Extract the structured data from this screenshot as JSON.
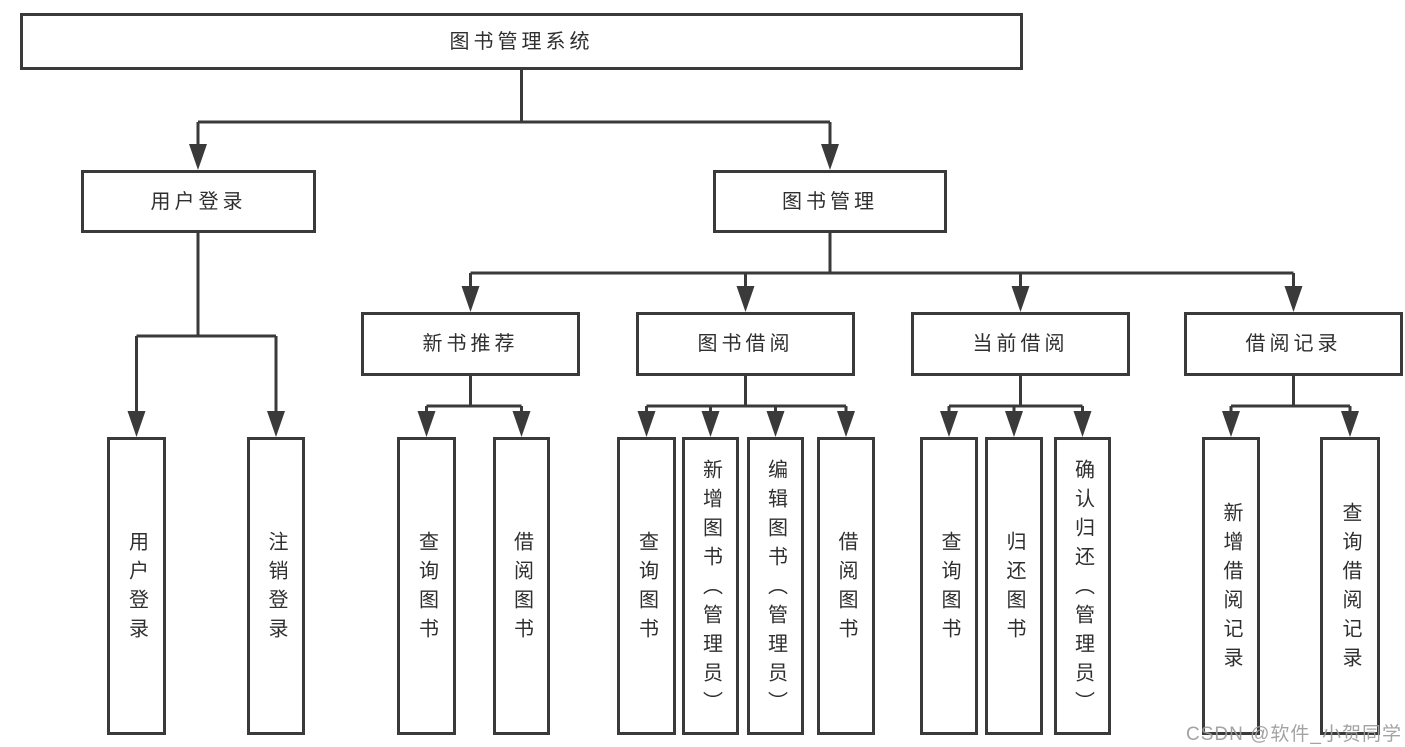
{
  "diagram": {
    "type": "tree",
    "root": {
      "label": "图书管理系统",
      "children": [
        {
          "label": "用户登录",
          "children": [
            {
              "label": "用户登录"
            },
            {
              "label": "注销登录"
            }
          ]
        },
        {
          "label": "图书管理",
          "children": [
            {
              "label": "新书推荐",
              "children": [
                {
                  "label": "查询图书"
                },
                {
                  "label": "借阅图书"
                }
              ]
            },
            {
              "label": "图书借阅",
              "children": [
                {
                  "label": "查询图书"
                },
                {
                  "label": "新增图书（管理员）"
                },
                {
                  "label": "编辑图书（管理员）"
                },
                {
                  "label": "借阅图书"
                }
              ]
            },
            {
              "label": "当前借阅",
              "children": [
                {
                  "label": "查询图书"
                },
                {
                  "label": "归还图书"
                },
                {
                  "label": "确认归还（管理员）"
                }
              ]
            },
            {
              "label": "借阅记录",
              "children": [
                {
                  "label": "新增借阅记录"
                },
                {
                  "label": "查询借阅记录"
                }
              ]
            }
          ]
        }
      ]
    }
  },
  "watermark": {
    "text": "CSDN @软件_小贺同学"
  },
  "colors": {
    "line": "#3a3a3a",
    "box_border": "#3a3a3a",
    "text": "#2f2f2f",
    "background": "#ffffff",
    "watermark": "#9b9b9b"
  }
}
